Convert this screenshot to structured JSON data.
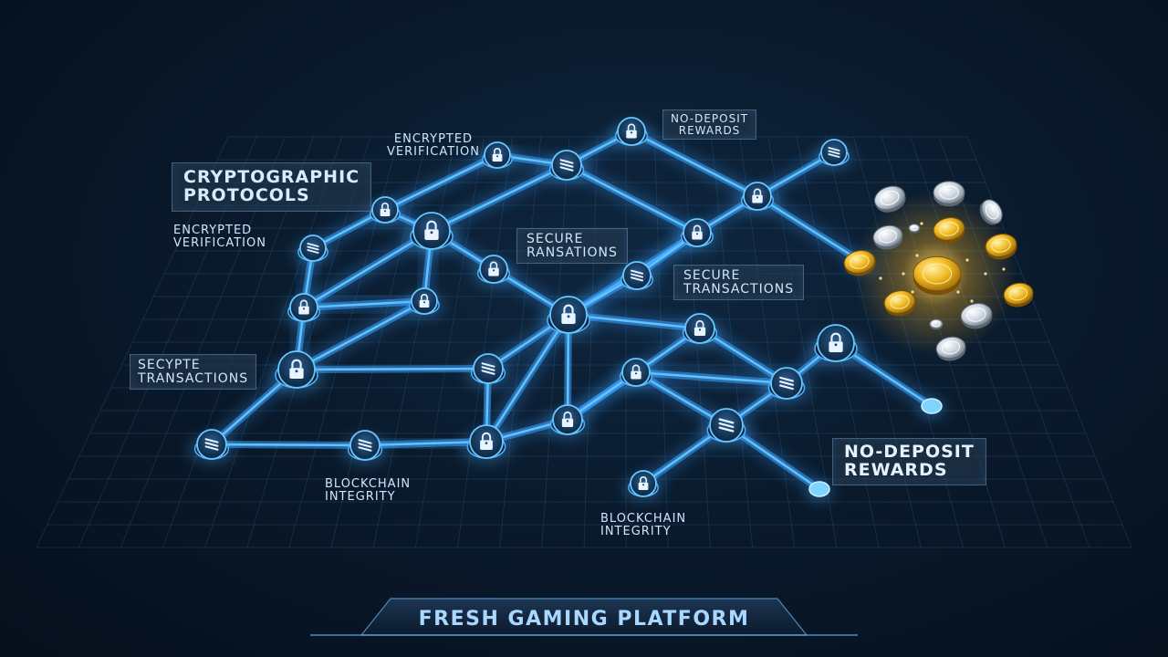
{
  "labels": {
    "crypto_protocols": [
      "CRYPTOGRAPHIC",
      "PROTOCOLS"
    ],
    "encrypted_left": [
      "ENCRYPTED",
      "VERIFICATION"
    ],
    "encrypted_top": [
      "ENCRYPTED",
      "VERIFICATION"
    ],
    "nodeposit_top": [
      "NO-DEPOSIT",
      "REWARDS"
    ],
    "secure_ransations": [
      "SECURE",
      "RANSATIONS"
    ],
    "secure_transactions": [
      "SECURE",
      "TRANSACTIONS"
    ],
    "secypte_transactions": [
      "SECYPTE",
      "TRANSACTIONS"
    ],
    "blockchain_left": [
      "BLOCKCHAIN",
      "INTEGRITY"
    ],
    "blockchain_bottom": [
      "BLOCKCHAIN",
      "INTEGRITY"
    ],
    "nodeposit_bottom": [
      "NO-DEPOSIT",
      "REWARDS"
    ]
  },
  "footer": {
    "title": "FRESH GAMING PLATFORM"
  },
  "colors": {
    "link": "#3aa0ff",
    "link_glow": "#66c8ff",
    "node_lock": "#4fb0ff",
    "gold_coin": "#f0b820",
    "silver_coin": "#c8d2dc"
  },
  "icons": {
    "lock": "lock-icon",
    "block": "block-icon",
    "coin": "coin-icon"
  }
}
